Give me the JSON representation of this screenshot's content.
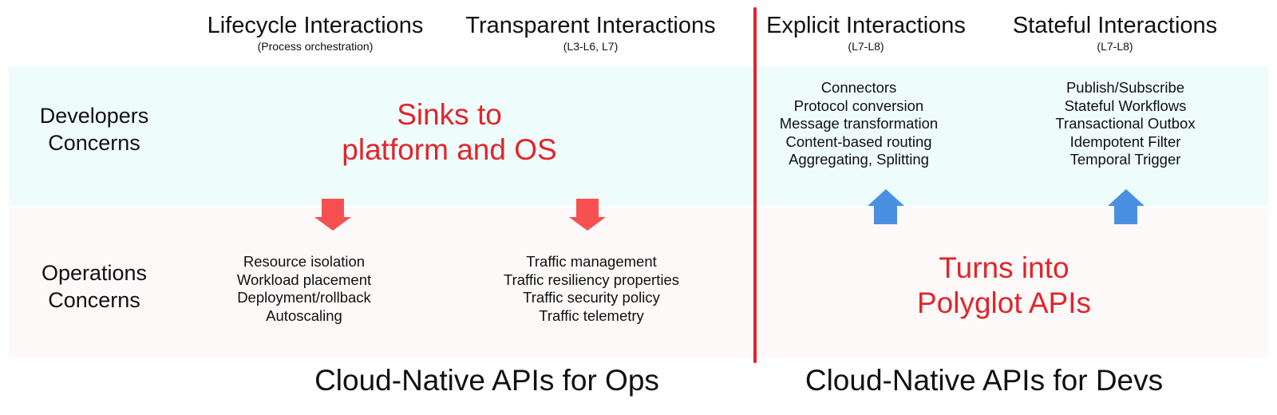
{
  "columns": [
    {
      "title": "Lifecycle Interactions",
      "subtitle": "(Process orchestration)"
    },
    {
      "title": "Transparent Interactions",
      "subtitle": "(L3-L6, L7)"
    },
    {
      "title": "Explicit Interactions",
      "subtitle": "(L7-L8)"
    },
    {
      "title": "Stateful Interactions",
      "subtitle": "(L7-L8)"
    }
  ],
  "rows": {
    "developers": {
      "line1": "Developers",
      "line2": "Concerns"
    },
    "operations": {
      "line1": "Operations",
      "line2": "Concerns"
    }
  },
  "callouts": {
    "sinks": {
      "line1": "Sinks to",
      "line2": "platform and OS"
    },
    "turns": {
      "line1": "Turns into",
      "line2": "Polyglot APIs"
    }
  },
  "lists": {
    "lifecycle_ops": [
      "Resource isolation",
      "Workload placement",
      "Deployment/rollback",
      "Autoscaling"
    ],
    "transparent_ops": [
      "Traffic management",
      "Traffic resiliency properties",
      "Traffic security policy",
      "Traffic telemetry"
    ],
    "explicit_dev": [
      "Connectors",
      "Protocol conversion",
      "Message transformation",
      "Content-based routing",
      "Aggregating, Splitting"
    ],
    "stateful_dev": [
      "Publish/Subscribe",
      "Stateful Workflows",
      "Transactional Outbox",
      "Idempotent Filter",
      "Temporal Trigger"
    ]
  },
  "footers": {
    "ops": "Cloud-Native APIs for Ops",
    "devs": "Cloud-Native APIs for Devs"
  },
  "colors": {
    "accent_red": "#e0252b",
    "arrow_red": "#f75050",
    "arrow_blue": "#4a90e2",
    "dev_band": "#effcfc",
    "ops_band": "#fdf9f9"
  },
  "arrows": [
    {
      "name": "down-arrow-lifecycle",
      "direction": "down",
      "color": "arrow_red"
    },
    {
      "name": "down-arrow-transparent",
      "direction": "down",
      "color": "arrow_red"
    },
    {
      "name": "up-arrow-explicit",
      "direction": "up",
      "color": "arrow_blue"
    },
    {
      "name": "up-arrow-stateful",
      "direction": "up",
      "color": "arrow_blue"
    }
  ]
}
